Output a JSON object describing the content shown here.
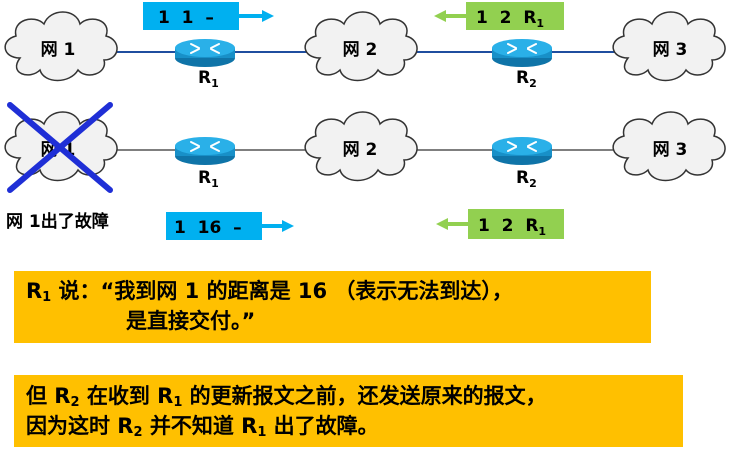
{
  "networks": {
    "net1": "网 1",
    "net2": "网 2",
    "net3": "网 3"
  },
  "routers": {
    "r1": {
      "name": "R",
      "sub": "1"
    },
    "r2": {
      "name": "R",
      "sub": "2"
    }
  },
  "messages": {
    "top_r1": {
      "text": "1  1  –"
    },
    "top_r2": {
      "text": "1  2  R",
      "sub": "1"
    },
    "bottom_r1": {
      "text": "1  16  –"
    },
    "bottom_r2": {
      "text": "1  2  R",
      "sub": "1"
    }
  },
  "fault_label": "网 1出了故障",
  "note1": {
    "r_name": "R",
    "r_sub": "1",
    "line1_rest": " 说：“我到网 1 的距离是 16 （表示无法到达），",
    "line2": "是直接交付。”"
  },
  "note2": {
    "line1_a": "但 R",
    "line1_a_sub": "2",
    "line1_b": " 在收到 R",
    "line1_b_sub": "1",
    "line1_c": " 的更新报文之前，还发送原来的报文，",
    "line2_a": "因为这时 R",
    "line2_a_sub": "2",
    "line2_b": " 并不知道 R",
    "line2_b_sub": "1",
    "line2_c": " 出了故障。"
  },
  "colors": {
    "link": "#1f4e9f",
    "cloud_fill": "#f2f2f2",
    "router": "#1b9bd7",
    "msg_blue": "#00b0f0",
    "msg_green": "#92d050",
    "cross": "#1f2fd6",
    "note_bg": "#ffc000"
  }
}
